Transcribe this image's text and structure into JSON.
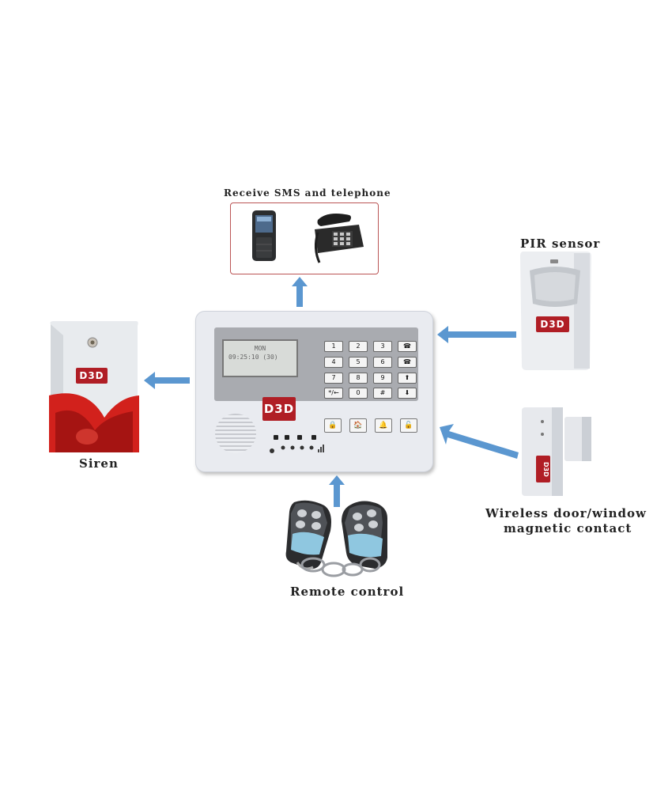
{
  "labels": {
    "receive": "Receive SMS and telephone",
    "pir": "PIR sensor",
    "siren": "Siren",
    "door_line1": "Wireless door/window",
    "door_line2": "magnetic contact",
    "remote": "Remote control"
  },
  "brand": "D3D",
  "lcd": {
    "line1": "MON",
    "line2": "09:25:10  (30)"
  },
  "keypad": [
    "1",
    "2",
    "3",
    "☎",
    "4",
    "5",
    "6",
    "☎",
    "7",
    "8",
    "9",
    "⬆",
    "*/←",
    "0",
    "#",
    "⬇"
  ],
  "function_keys": [
    "🔒",
    "🏠",
    "🔔",
    "🔓"
  ],
  "colors": {
    "arrow": "#5b97d0",
    "siren_red": "#d2211c",
    "logo_red": "#b01e25"
  }
}
